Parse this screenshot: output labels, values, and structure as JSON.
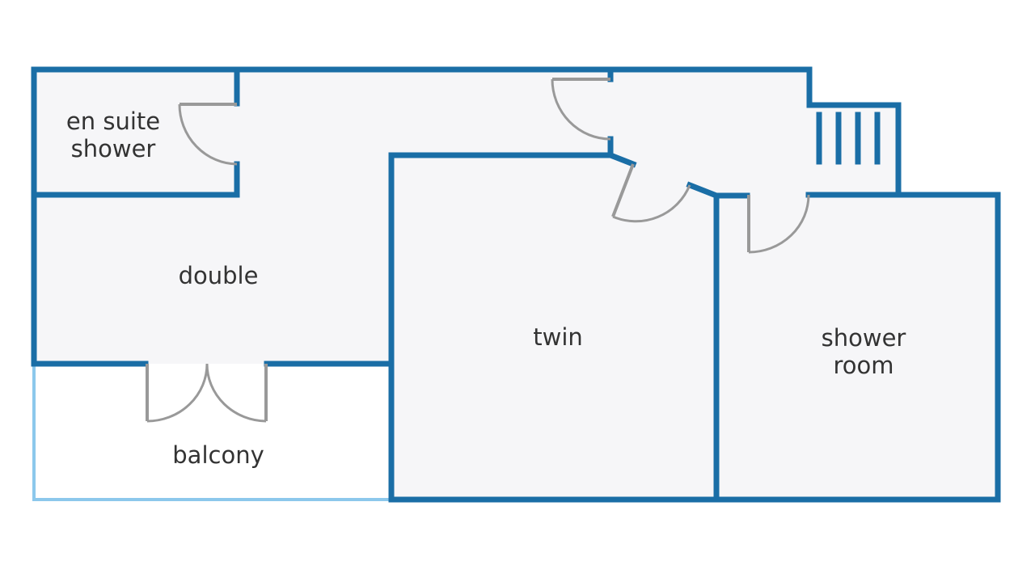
{
  "colors": {
    "wall": "#1a6ea6",
    "balcony_outline": "#8cc8ec",
    "floor": "#f6f6f8",
    "door": "#999999"
  },
  "rooms": {
    "en_suite": [
      "en suite",
      "shower"
    ],
    "double": "double",
    "twin": "twin",
    "shower_room": [
      "shower",
      "room"
    ],
    "balcony": "balcony"
  }
}
